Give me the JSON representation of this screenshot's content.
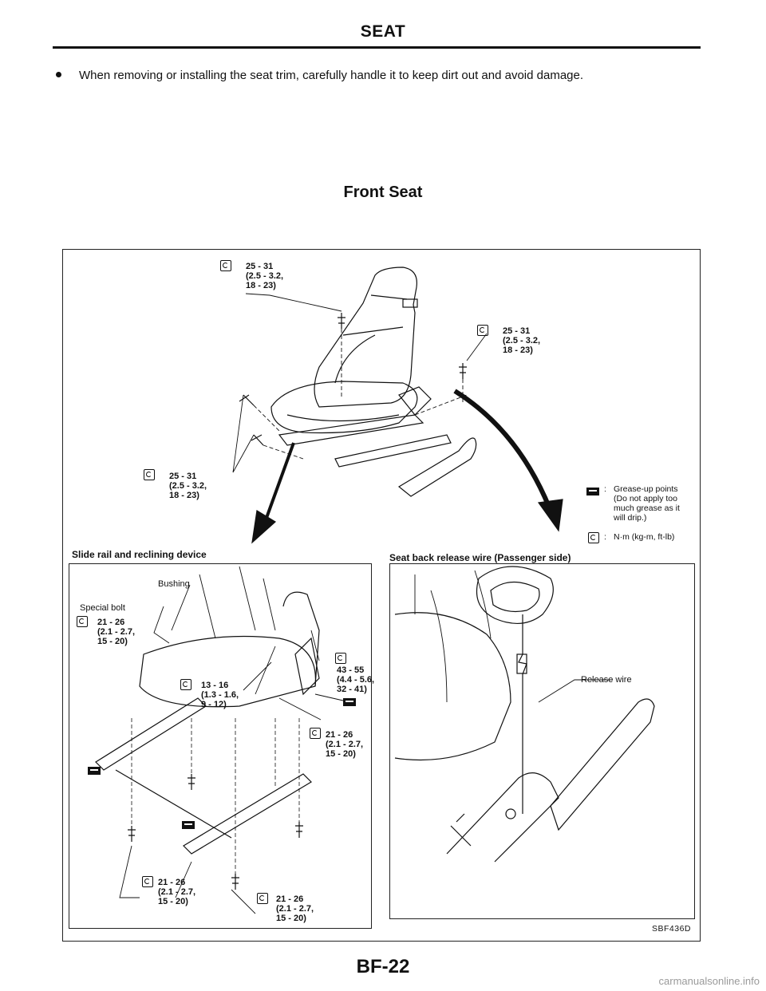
{
  "header": {
    "title": "SEAT"
  },
  "notes": [
    "When removing or installing the seat trim, carefully handle it to keep dirt out and avoid damage."
  ],
  "section": {
    "title": "Front Seat"
  },
  "torque_labels": {
    "top_left": "25 - 31\n(2.5 - 3.2,\n18 - 23)",
    "top_right": "25 - 31\n(2.5 - 3.2,\n18 - 23)",
    "mid_left": "25 - 31\n(2.5 - 3.2,\n18 - 23)"
  },
  "legend": {
    "grease": "Grease-up points\n(Do not apply too\nmuch grease as it\nwill drip.)",
    "torque_unit": "N·m (kg-m, ft-lb)"
  },
  "panel_left": {
    "caption": "Slide rail and reclining device",
    "bushing": "Bushing",
    "special_bolt": "Special bolt",
    "special_bolt_torque": "21 - 26\n(2.1 - 2.7,\n15 - 20)",
    "torque_43": "43 - 55\n(4.4 - 5.6,\n32 - 41)",
    "torque_13": "13 - 16\n(1.3 - 1.6,\n9 - 12)",
    "torque_21_right": "21 - 26\n(2.1 - 2.7,\n15 - 20)",
    "torque_21_bottom_left": "21 - 26\n(2.1 - 2.7,\n15 - 20)",
    "torque_21_bottom_right": "21 - 26\n(2.1 - 2.7,\n15 - 20)"
  },
  "panel_right": {
    "caption": "Seat back release wire (Passenger side)",
    "release_wire": "Release wire"
  },
  "figure_code": "SBF436D",
  "footer": {
    "page": "BF-22",
    "watermark": "carmanualsonline.info"
  }
}
